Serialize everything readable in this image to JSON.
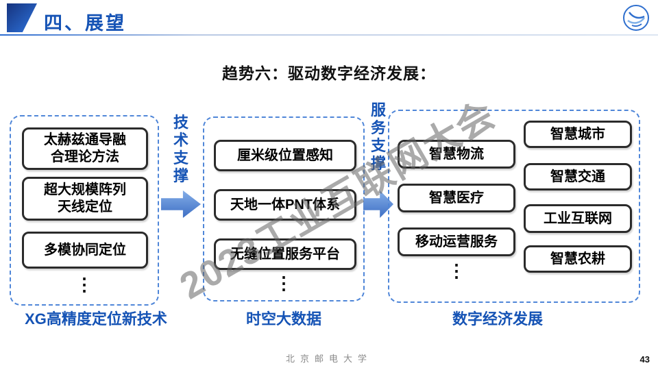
{
  "header": {
    "title": "四、展望"
  },
  "slide_title": "趋势六：驱动数字经济发展：",
  "diagram": {
    "arrows": {
      "tech_support": "技术支撑",
      "service_support": "服务支撑"
    },
    "left_box": {
      "items": [
        "太赫兹通导融\n合理论方法",
        "超大规模阵列\n天线定位",
        "多模协同定位"
      ],
      "ellipsis": "⋮",
      "caption": "XG高精度定位新技术"
    },
    "middle_box": {
      "items": [
        "厘米级位置感知",
        "天地一体PNT体系",
        "无缝位置服务平台"
      ],
      "ellipsis": "⋮",
      "caption": "时空大数据"
    },
    "right_box": {
      "column1": [
        "智慧物流",
        "智慧医疗",
        "移动运营服务"
      ],
      "column1_ellipsis": "⋮",
      "column2": [
        "智慧城市",
        "智慧交通",
        "工业互联网",
        "智慧农耕"
      ],
      "caption": "数字经济发展"
    }
  },
  "watermark": "2023工业互联网大会",
  "footer": {
    "institution": "北京邮电大学",
    "page_number": "43"
  },
  "colors": {
    "accent_blue": "#1553b5",
    "dashed_border": "#4f86d8",
    "arrow_blue": "#3e6fc4"
  }
}
